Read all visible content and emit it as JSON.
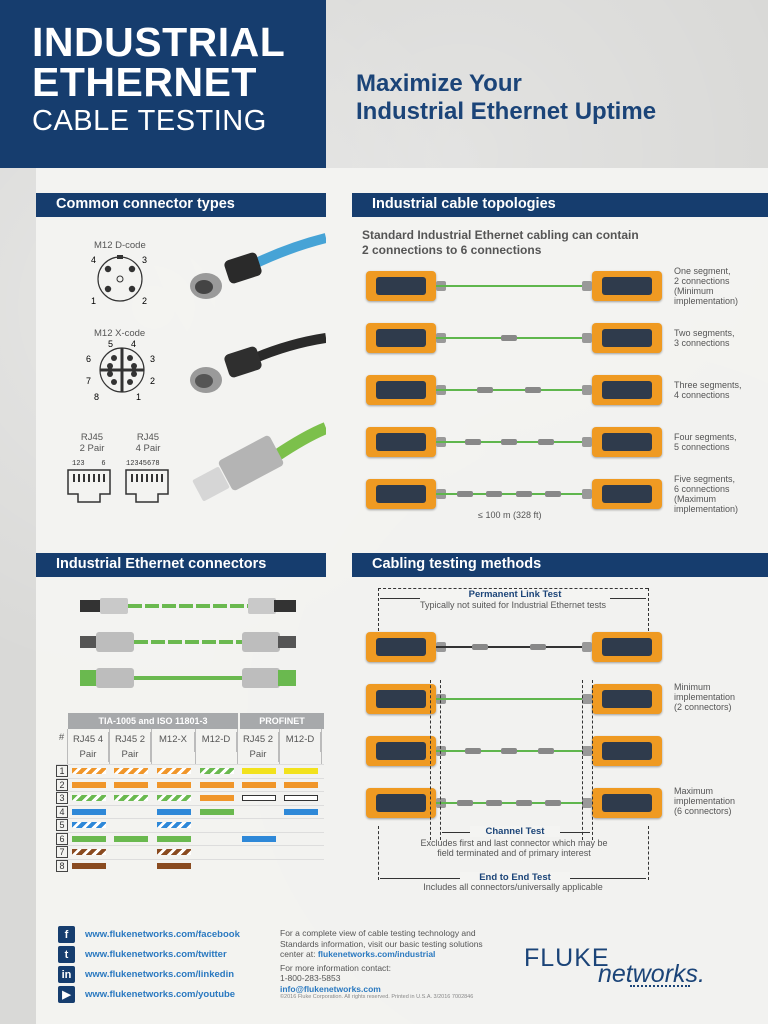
{
  "title": {
    "line1": "INDUSTRIAL",
    "line2": "ETHERNET",
    "line3": "CABLE TESTING"
  },
  "headline": {
    "line1": "Maximize Your",
    "line2": "Industrial Ethernet Uptime"
  },
  "connector_types": {
    "heading": "Common connector types",
    "m12d": {
      "label": "M12 D-code",
      "pins": [
        "4",
        "3",
        "1",
        "2"
      ]
    },
    "m12x": {
      "label": "M12 X-code",
      "pins": [
        "5",
        "4",
        "6",
        "3",
        "7",
        "2",
        "8",
        "1"
      ]
    },
    "rj45_2": {
      "label1": "RJ45",
      "label2": "2 Pair",
      "pins": "123    6"
    },
    "rj45_4": {
      "label1": "RJ45",
      "label2": "4 Pair",
      "pins": "12345678"
    }
  },
  "topologies": {
    "heading": "Industrial cable topologies",
    "intro1": "Standard Industrial Ethernet cabling can contain",
    "intro2": "2 connections to 6 connections",
    "rows": [
      {
        "lines": [
          "One segment,",
          "2 connections",
          "(Minimum",
          "implementation)"
        ]
      },
      {
        "lines": [
          "Two segments,",
          "3 connections"
        ]
      },
      {
        "lines": [
          "Three segments,",
          "4 connections"
        ]
      },
      {
        "lines": [
          "Four segments,",
          "5 connections"
        ]
      },
      {
        "lines": [
          "Five segments,",
          "6 connections",
          "(Maximum",
          "implementation)"
        ]
      }
    ],
    "length": "≤ 100 m (328 ft)"
  },
  "ie_connectors": {
    "heading": "Industrial Ethernet connectors",
    "group1": "TIA-1005 and ISO 11801-3",
    "group2": "PROFINET",
    "hash": "#",
    "columns": [
      {
        "line1": "RJ45 4",
        "line2": "Pair"
      },
      {
        "line1": "RJ45 2",
        "line2": "Pair"
      },
      {
        "line1": "M12-X",
        "line2": ""
      },
      {
        "line1": "M12-D",
        "line2": ""
      },
      {
        "line1": "RJ45 2",
        "line2": "Pair"
      },
      {
        "line1": "M12-D",
        "line2": ""
      }
    ],
    "rows": [
      {
        "num": "1",
        "cells": [
          "wo",
          "wo",
          "wo",
          "wg",
          "yellow",
          "yellow"
        ]
      },
      {
        "num": "2",
        "cells": [
          "orange",
          "orange",
          "orange",
          "orange",
          "orange",
          "orange"
        ]
      },
      {
        "num": "3",
        "cells": [
          "wg",
          "wg",
          "wg",
          "orange",
          "white",
          "white"
        ]
      },
      {
        "num": "4",
        "cells": [
          "blue",
          "",
          "blue",
          "green",
          "",
          "blue"
        ]
      },
      {
        "num": "5",
        "cells": [
          "wb",
          "",
          "wb",
          "",
          "",
          ""
        ]
      },
      {
        "num": "6",
        "cells": [
          "green",
          "green",
          "green",
          "",
          "blue",
          ""
        ]
      },
      {
        "num": "7",
        "cells": [
          "wbr",
          "",
          "wbr",
          "",
          "",
          ""
        ]
      },
      {
        "num": "8",
        "cells": [
          "brown",
          "",
          "brown",
          "",
          "",
          ""
        ]
      }
    ]
  },
  "methods": {
    "heading": "Cabling testing methods",
    "permanent": {
      "title": "Permanent Link Test",
      "desc": "Typically not suited for Industrial Ethernet tests"
    },
    "min_lines": [
      "Minimum",
      "implementation",
      "(2 connectors)"
    ],
    "max_lines": [
      "Maximum",
      "implementation",
      "(6 connectors)"
    ],
    "channel": {
      "title": "Channel Test",
      "desc1": "Excludes first and last connector which may be",
      "desc2": "field terminated and of primary interest"
    },
    "endtoend": {
      "title": "End to End Test",
      "desc": "Includes all connectors/universally applicable"
    }
  },
  "social": [
    {
      "icon": "facebook-icon",
      "glyph": "f",
      "url": "www.flukenetworks.com/facebook"
    },
    {
      "icon": "twitter-icon",
      "glyph": "t",
      "url": "www.flukenetworks.com/twitter"
    },
    {
      "icon": "linkedin-icon",
      "glyph": "in",
      "url": "www.flukenetworks.com/linkedin"
    },
    {
      "icon": "youtube-icon",
      "glyph": "▶",
      "url": "www.flukenetworks.com/youtube"
    }
  ],
  "footer": {
    "l1": "For a complete view of cable testing technology and",
    "l2": "Standards information, visit our basic testing solutions",
    "l3a": "center at: ",
    "l3b": "flukenetworks.com/industrial",
    "l4": "For more information contact:",
    "phone": "1-800-283-5853",
    "email": "info@flukenetworks.com",
    "copyright": "©2016 Fluke Corporation. All rights reserved. Printed in U.S.A. 3/2016 7002846"
  },
  "logo": {
    "word1": "FLUKE",
    "word2": "networks."
  },
  "colors": {
    "navy": "#163d6e",
    "orange": "#f0962a",
    "green": "#6ab94f",
    "blue": "#2e88d8",
    "brown": "#8a4b20",
    "yellow": "#f2e21d",
    "white": "#ffffff",
    "tester": "#ef9a22"
  }
}
